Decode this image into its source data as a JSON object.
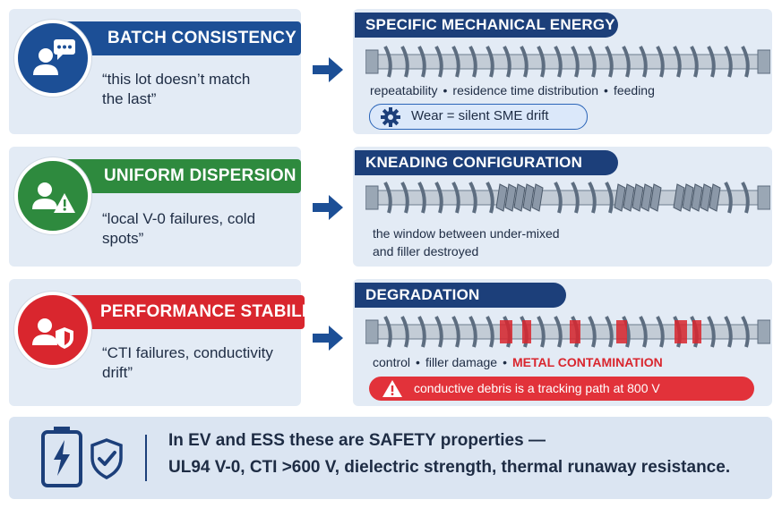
{
  "rows": [
    {
      "tag": "BATCH CONSISTENCY",
      "tag_color": "#1c4f96",
      "icon": "user-chat-icon",
      "quote_line1": "“this lot doesn’t match",
      "quote_line2": "the last”",
      "right_title": "SPECIFIC MECHANICAL ENERGY",
      "keywords": [
        "repeatability",
        "residence time distribution",
        "feeding"
      ],
      "pill": "Wear = silent SME drift",
      "pill_icon": "gear-icon"
    },
    {
      "tag": "UNIFORM DISPERSION",
      "tag_color": "#2e8a3e",
      "icon": "user-warning-icon",
      "quote_line1": "“local V-0 failures, cold",
      "quote_line2": "spots”",
      "right_title": "KNEADING CONFIGURATION",
      "text_line1": "the window between under-mixed",
      "text_line2": "and filler destroyed"
    },
    {
      "tag": "PERFORMANCE STABILITY",
      "tag_color": "#d9262e",
      "icon": "user-shield-icon",
      "quote_line1": "“CTI failures, conductivity",
      "quote_line2": "drift”",
      "right_title": "DEGRADATION",
      "keywords": [
        "control",
        "filler damage"
      ],
      "keyword_alert": "METAL CONTAMINATION",
      "pill": "conductive debris is a tracking path at 800 V",
      "pill_icon": "warning-icon"
    }
  ],
  "bottom": {
    "line1": "In EV and ESS these are SAFETY properties —",
    "line2": "UL94 V-0, CTI >600 V, dielectric strength, thermal runaway resistance.",
    "icons": [
      "battery-bolt-icon",
      "shield-check-icon"
    ]
  },
  "colors": {
    "panel": "#e3ebf5",
    "navy": "#1c3f7a",
    "blue": "#1c4f96",
    "green": "#2e8a3e",
    "red": "#d9262e"
  }
}
